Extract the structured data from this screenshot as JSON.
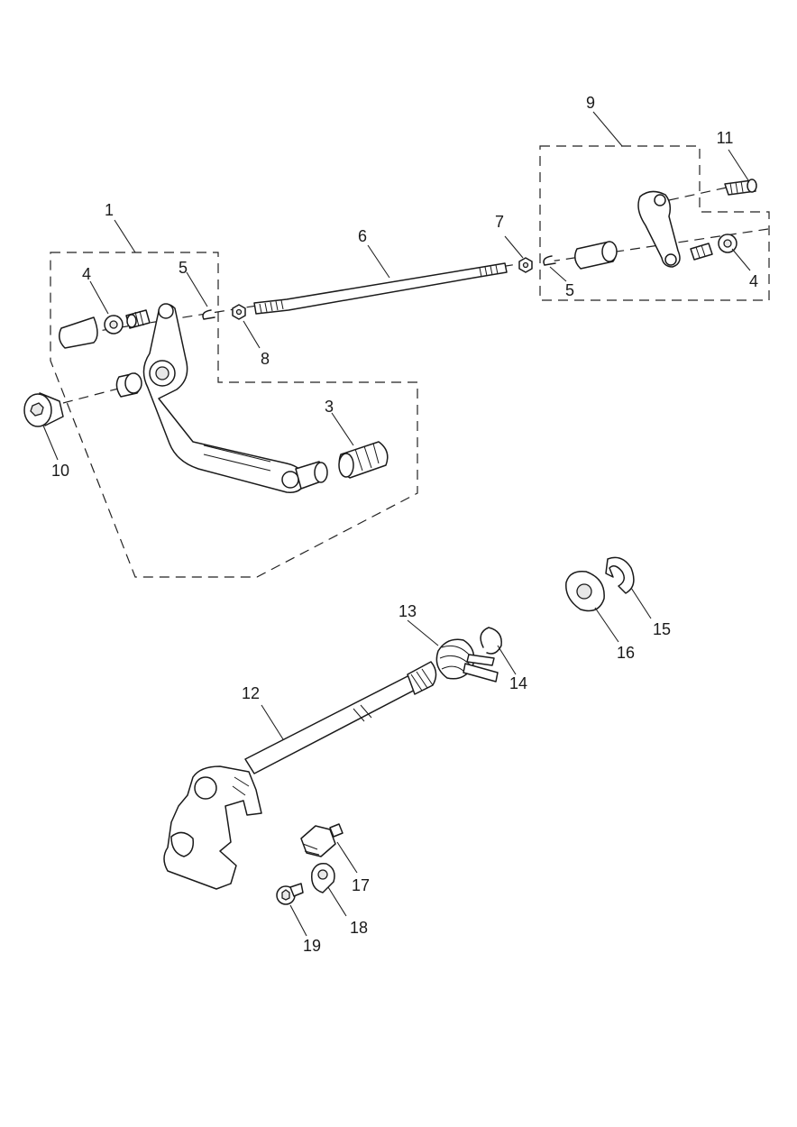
{
  "callouts": [
    {
      "id": "c1",
      "text": "1"
    },
    {
      "id": "c3",
      "text": "3"
    },
    {
      "id": "c4a",
      "text": "4"
    },
    {
      "id": "c4b",
      "text": "4"
    },
    {
      "id": "c5a",
      "text": "5"
    },
    {
      "id": "c5b",
      "text": "5"
    },
    {
      "id": "c6",
      "text": "6"
    },
    {
      "id": "c7",
      "text": "7"
    },
    {
      "id": "c8",
      "text": "8"
    },
    {
      "id": "c9",
      "text": "9"
    },
    {
      "id": "c10",
      "text": "10"
    },
    {
      "id": "c11",
      "text": "11"
    },
    {
      "id": "c12",
      "text": "12"
    },
    {
      "id": "c13",
      "text": "13"
    },
    {
      "id": "c14",
      "text": "14"
    },
    {
      "id": "c15",
      "text": "15"
    },
    {
      "id": "c16",
      "text": "16"
    },
    {
      "id": "c17",
      "text": "17"
    },
    {
      "id": "c18",
      "text": "18"
    },
    {
      "id": "c19",
      "text": "19"
    }
  ]
}
